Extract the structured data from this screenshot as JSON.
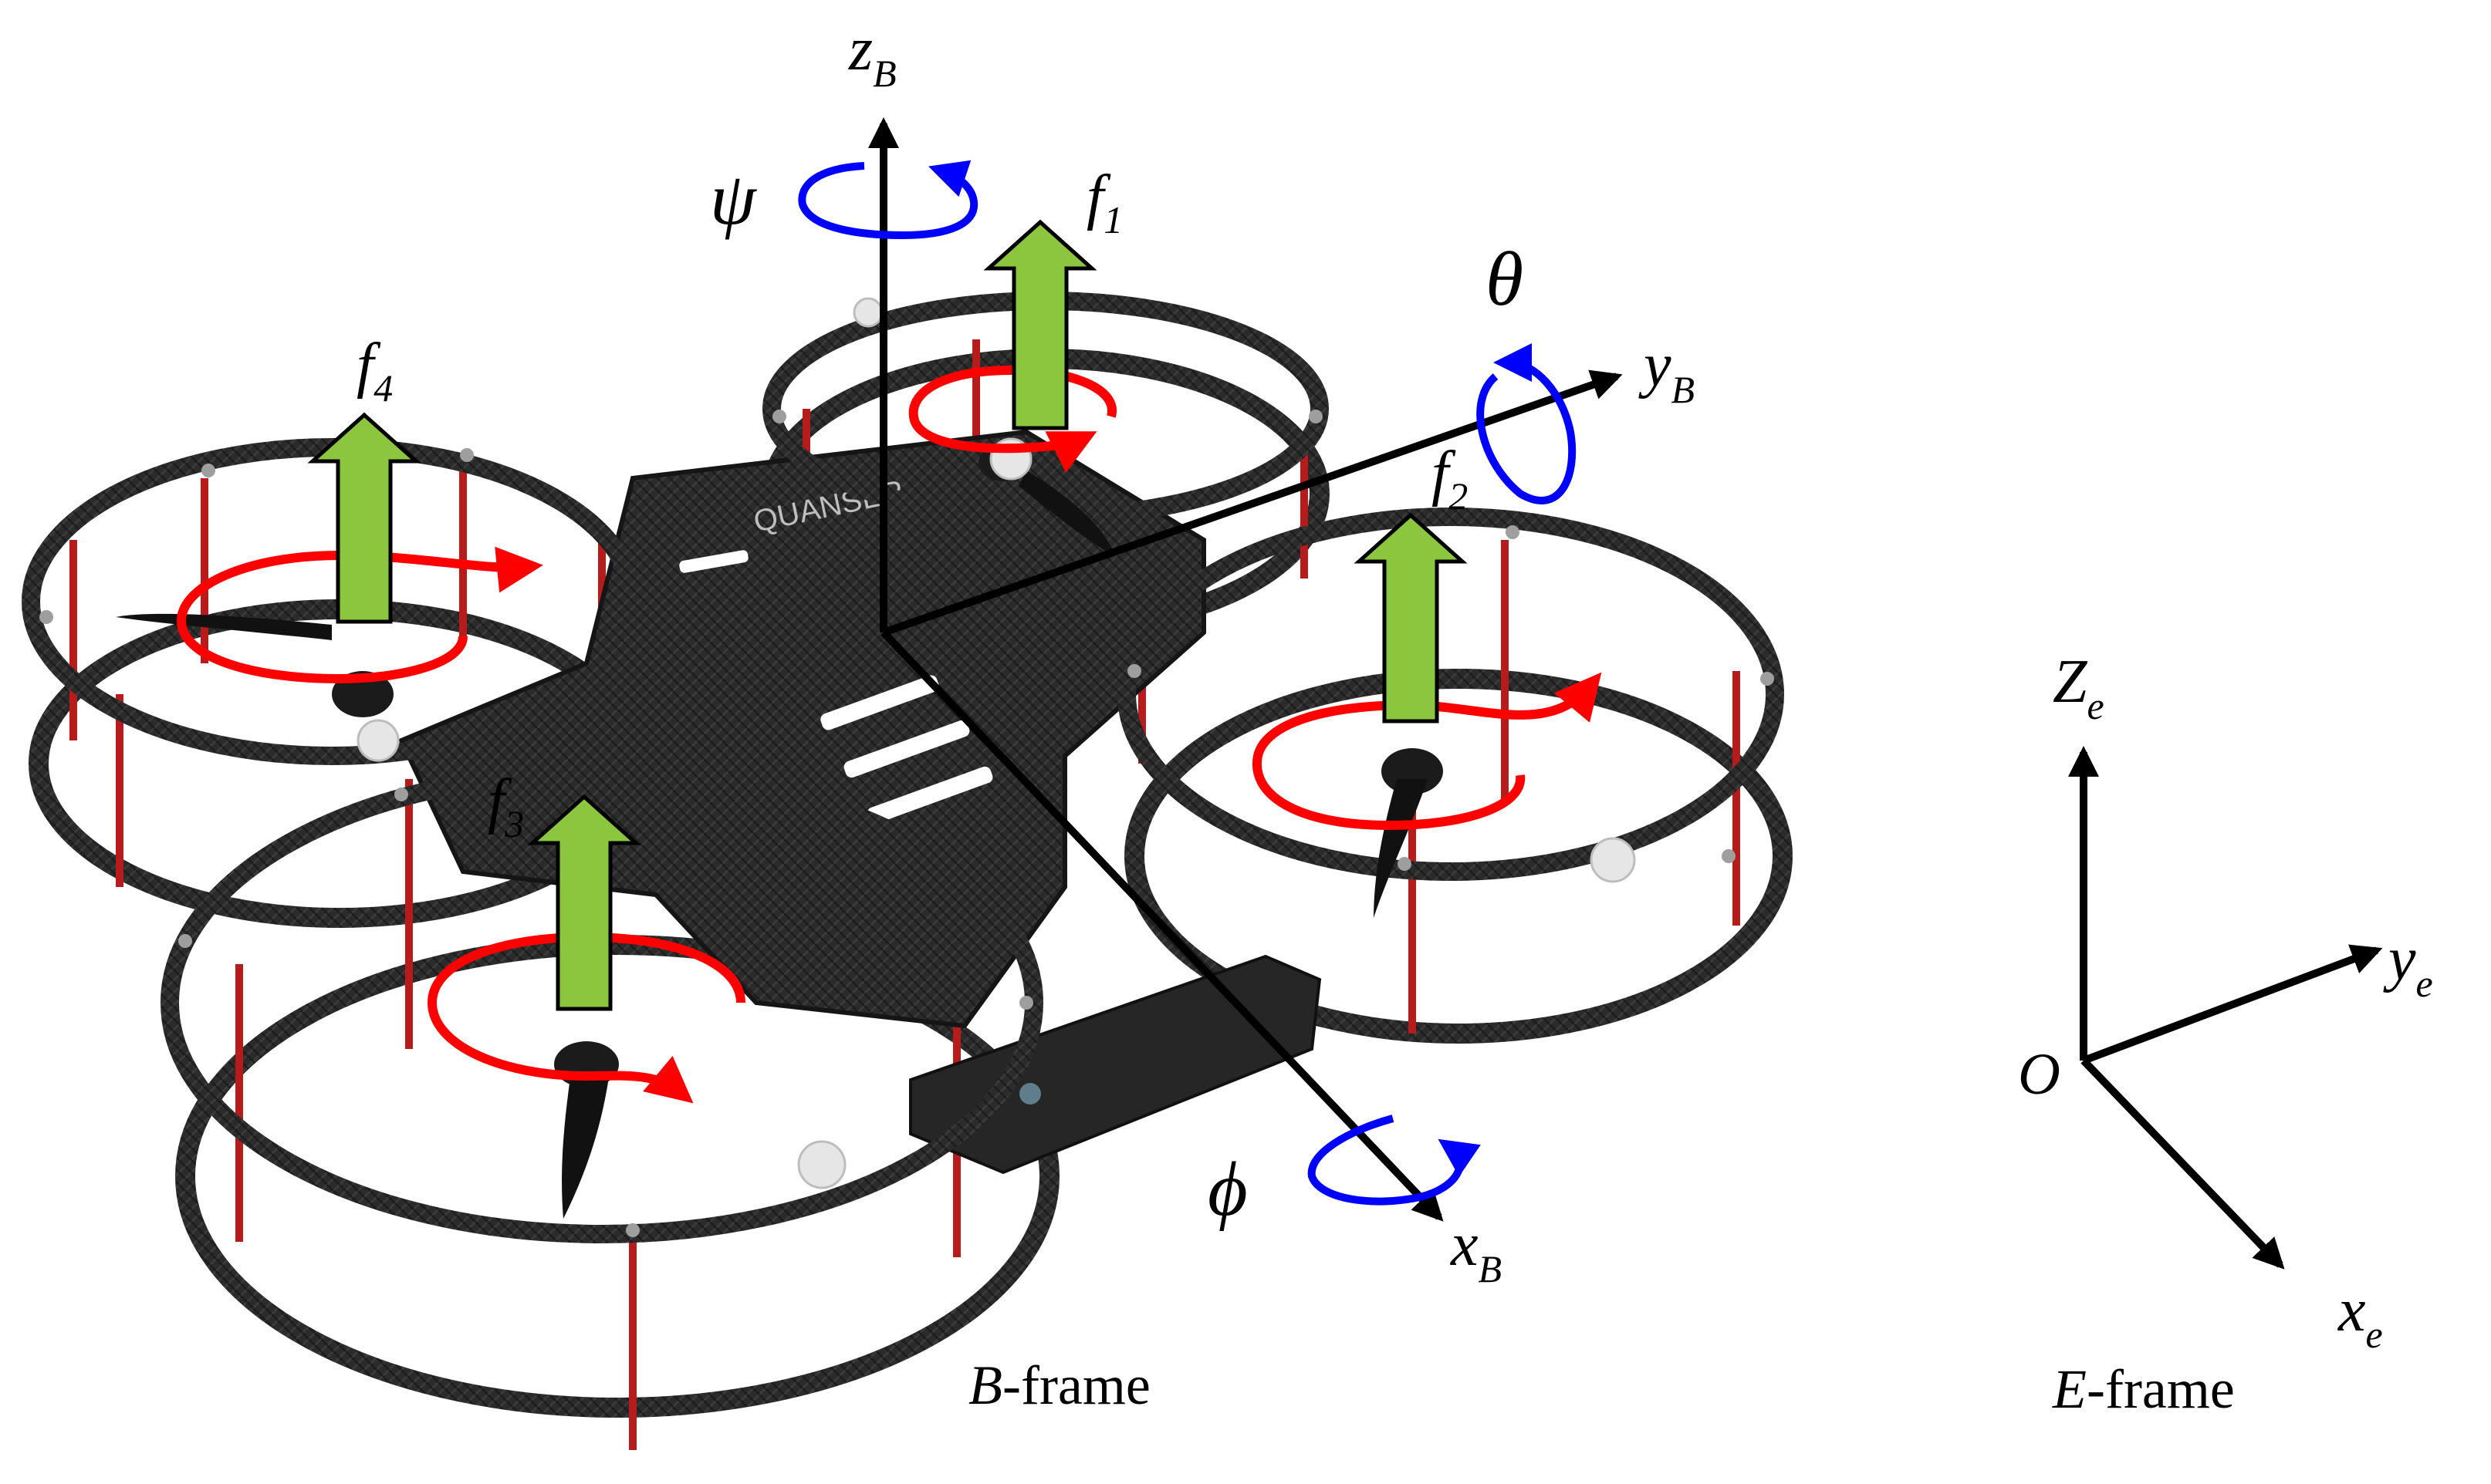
{
  "body_frame": {
    "axes": {
      "z": {
        "main": "z",
        "sub": "B"
      },
      "y": {
        "main": "y",
        "sub": "B"
      },
      "x": {
        "main": "x",
        "sub": "B"
      }
    },
    "rotations": {
      "yaw": "ψ",
      "pitch": "θ",
      "roll": "ϕ"
    },
    "frame_label": {
      "letter": "B",
      "suffix": "-frame"
    }
  },
  "thrusts": [
    {
      "main": "f",
      "sub": "1"
    },
    {
      "main": "f",
      "sub": "2"
    },
    {
      "main": "f",
      "sub": "3"
    },
    {
      "main": "f",
      "sub": "4"
    }
  ],
  "earth_frame": {
    "axes": {
      "z": {
        "main": "Z",
        "sub": "e"
      },
      "y": {
        "main": "y",
        "sub": "e"
      },
      "x": {
        "main": "x",
        "sub": "e"
      }
    },
    "origin": "O",
    "frame_label": {
      "letter": "E",
      "suffix": "-frame"
    }
  },
  "drone_brand": "QUANSER",
  "colors": {
    "thrust_arrow": "#8cc63f",
    "propeller_rotation": "#ff0000",
    "attitude_rotation": "#0000ff",
    "axis": "#000000",
    "carbon_frame": "#2b2b2b",
    "standoff": "#b71c1c"
  }
}
